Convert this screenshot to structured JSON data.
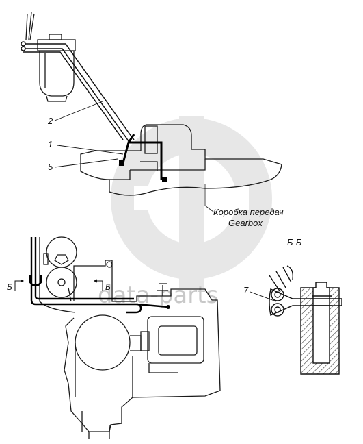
{
  "watermark": {
    "text": "data-parts",
    "color": "#c9c9c9"
  },
  "labels": {
    "callout_1": "1",
    "callout_2": "2",
    "callout_5": "5",
    "callout_7": "7",
    "gearbox_ru": "Коробка передач",
    "gearbox_en": "Gearbox",
    "section_title": "Б-Б",
    "section_mark_left": "Б",
    "section_mark_right": "Б"
  },
  "colors": {
    "line": "#1a1a1a",
    "hatch": "#333333",
    "paper": "#ffffff"
  }
}
